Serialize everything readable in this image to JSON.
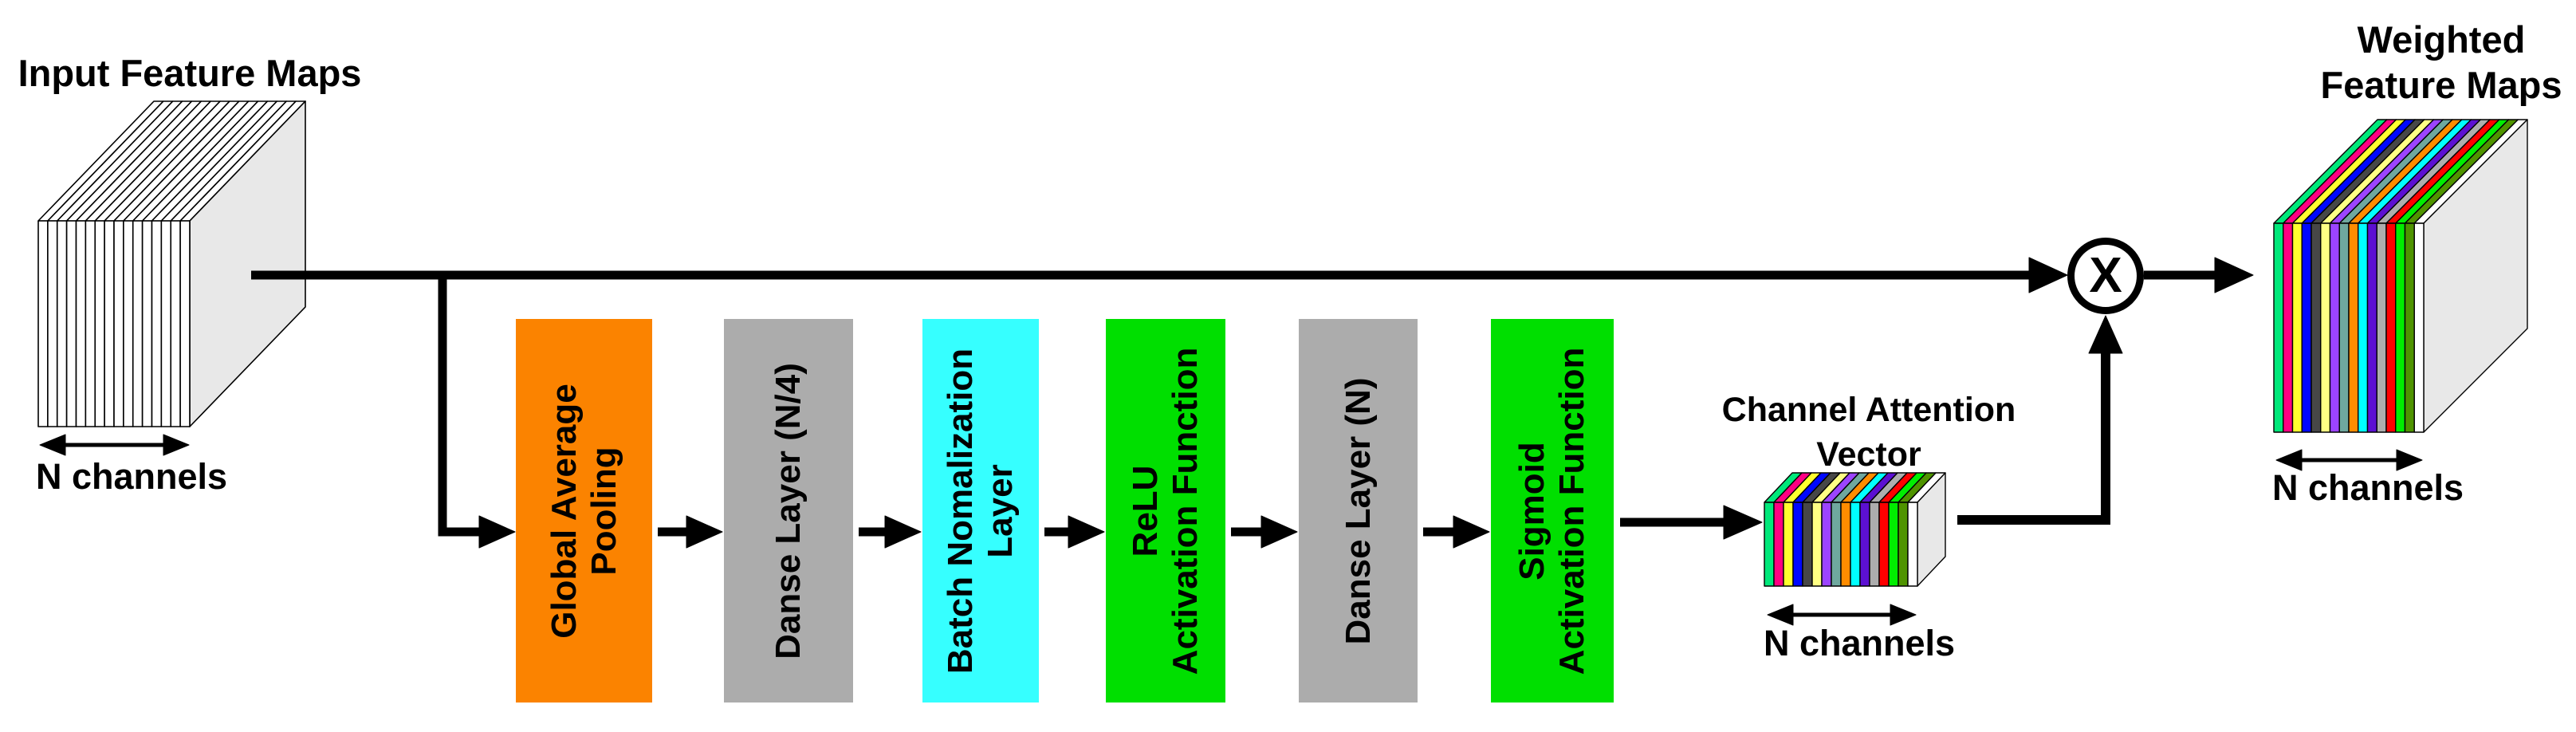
{
  "input": {
    "title": "Input Feature Maps",
    "channels_label": "N channels"
  },
  "pipeline": {
    "blocks": [
      {
        "label": "Global Average\nPooling",
        "color": "#FB8300"
      },
      {
        "label": "Danse Layer (N/4)",
        "color": "#ACACAC"
      },
      {
        "label": "Batch Nomalization\nLayer",
        "color": "#36FFFF"
      },
      {
        "label": "ReLU\nActivation Function",
        "color": "#00DF00"
      },
      {
        "label": "Danse Layer (N)",
        "color": "#ACACAC"
      },
      {
        "label": "Sigmoid\nActivation Function",
        "color": "#00DF00"
      }
    ]
  },
  "attention_vector": {
    "title": "Channel Attention\nVector",
    "channels_label": "N channels"
  },
  "multiply": {
    "symbol": "X"
  },
  "weighted": {
    "title": "Weighted\nFeature Maps",
    "channels_label": "N channels"
  },
  "cube_palette": [
    "#00E87A",
    "#FF0082",
    "#FFFF2E",
    "#0008FF",
    "#474747",
    "#FFFF84",
    "#9C44FF",
    "#6FA89E",
    "#FF8C00",
    "#00FFFF",
    "#5C10D2",
    "#ADADAD",
    "#FF0000",
    "#00EE00",
    "#4F9400",
    "#FFFFFF"
  ],
  "colors": {
    "arrow": "#000000",
    "outline": "#000000",
    "cube_side": "#E8E8E8",
    "input_stripe": "#FFFFFF"
  }
}
